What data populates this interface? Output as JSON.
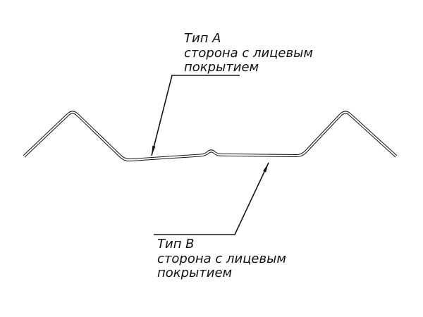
{
  "diagram": {
    "type": "technical-profile-cross-section",
    "labels": {
      "top": {
        "title": "Тип А",
        "line2": "сторона с лицевым",
        "line3": "покрытием"
      },
      "bottom": {
        "title": "Тип В",
        "line2": "сторона с лицевым",
        "line3": "покрытием"
      }
    },
    "colors": {
      "line": "#141414",
      "background": "#ffffff",
      "text": "#111111"
    }
  }
}
